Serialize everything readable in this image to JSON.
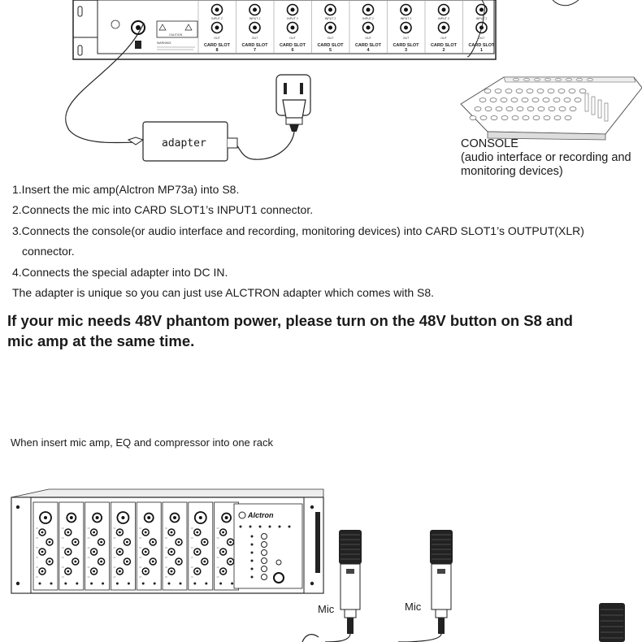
{
  "top_rack": {
    "slots": [
      {
        "label": "CARD SLOT",
        "number": "8"
      },
      {
        "label": "CARD SLOT",
        "number": "7"
      },
      {
        "label": "CARD SLOT",
        "number": "6"
      },
      {
        "label": "CARD SLOT",
        "number": "5"
      },
      {
        "label": "CARD SLOT",
        "number": "4"
      },
      {
        "label": "CARD SLOT",
        "number": "3"
      },
      {
        "label": "CARD SLOT",
        "number": "2"
      },
      {
        "label": "CARD SLOT",
        "number": "1"
      }
    ],
    "input_label": "INPUT 2",
    "output_label": "OUT",
    "caution_label": "CAUTION",
    "warning_label": "WARNING:"
  },
  "adapter_label": "adapter",
  "console": {
    "title": "CONSOLE",
    "subtitle_line1": "(audio interface or recording and",
    "subtitle_line2": "monitoring devices)"
  },
  "instructions": {
    "step1": "1.Insert the mic amp(Alctron MP73a) into S8.",
    "step2": "2.Connects the mic into CARD SLOT1’s INPUT1 connector.",
    "step3a": "3.Connects the console(or audio interface and recording, monitoring devices) into CARD SLOT1’s OUTPUT(XLR)",
    "step3b": "connector.",
    "step4": "4.Connects the special adapter into DC IN.",
    "note": "The adapter is unique so you can just use ALCTRON adapter which comes with S8."
  },
  "phantom_warning": {
    "line1": "If your mic needs 48V phantom power, please turn on the 48V button on S8 and",
    "line2": "mic amp at the same time."
  },
  "section2_caption": "When insert mic amp, EQ and compressor into one rack",
  "bottom_rack": {
    "brand": "Alctron"
  },
  "mic_labels": [
    "Mic",
    "Mic"
  ]
}
